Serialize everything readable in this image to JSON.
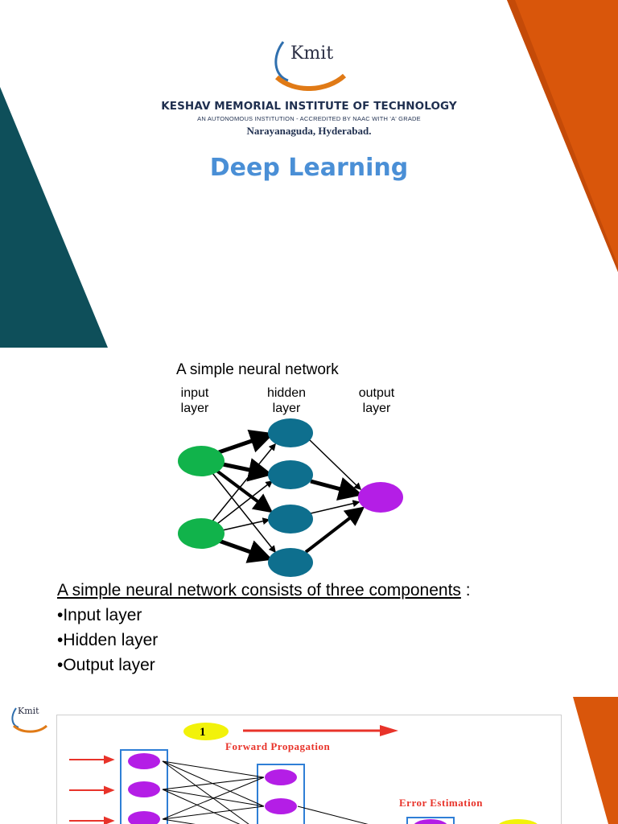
{
  "slide1": {
    "logo_text": "Kmit",
    "institute_name": "KESHAV MEMORIAL INSTITUTE OF TECHNOLOGY",
    "institute_subtitle": "AN AUTONOMOUS INSTITUTION - ACCREDITED BY NAAC WITH 'A' GRADE",
    "institute_location": "Narayanaguda, Hyderabad.",
    "title": "Deep Learning",
    "colors": {
      "teal": "#0e4f5a",
      "orange": "#d9560b",
      "title": "#4a8fd6",
      "navy": "#1f2f4f"
    }
  },
  "slide2": {
    "figure_title": "A simple neural network",
    "layer_labels": {
      "input": [
        "input",
        "layer"
      ],
      "hidden": [
        "hidden",
        "layer"
      ],
      "output": [
        "output",
        "layer"
      ]
    },
    "description_lead": "A simple neural network consists of three components",
    "description_colon": " :",
    "bullets": [
      "•Input layer",
      "•Hidden layer",
      "•Output layer"
    ],
    "colors": {
      "input_node": "#11b34b",
      "hidden_node": "#0e6f8e",
      "output_node": "#b41ee6"
    }
  },
  "slide3": {
    "logo_text": "Kmit",
    "step_number": "1",
    "forward_label": "Forward Propagation",
    "error_label": "Error Estimation",
    "colors": {
      "arrow_red": "#e8332a",
      "node_purple": "#b41ee6",
      "box_blue": "#2f7fd6",
      "badge_yellow": "#f2f20a"
    }
  }
}
